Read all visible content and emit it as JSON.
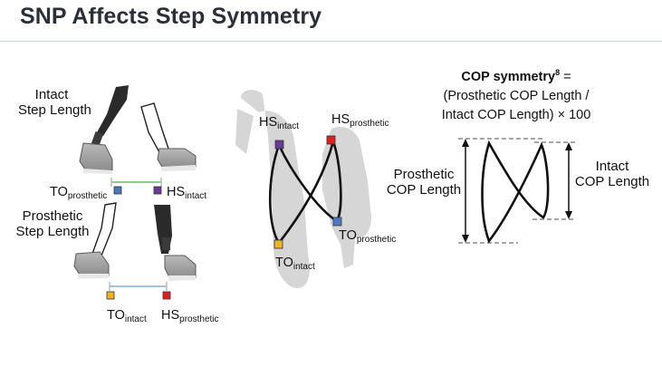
{
  "title": "SNP Affects Step Symmetry",
  "left_panel": {
    "intact_step_line1": "Intact",
    "intact_step_line2": "Step Length",
    "prosthetic_step_line1": "Prosthetic",
    "prosthetic_step_line2": "Step Length",
    "to_prosthetic": {
      "main": "TO",
      "sub": "prosthetic"
    },
    "hs_intact": {
      "main": "HS",
      "sub": "intact"
    },
    "to_intact": {
      "main": "TO",
      "sub": "intact"
    },
    "hs_prosthetic": {
      "main": "HS",
      "sub": "prosthetic"
    }
  },
  "middle_panel": {
    "hs_intact": {
      "main": "HS",
      "sub": "intact"
    },
    "hs_prosthetic": {
      "main": "HS",
      "sub": "prosthetic"
    },
    "to_prosthetic": {
      "main": "TO",
      "sub": "prosthetic"
    },
    "to_intact": {
      "main": "TO",
      "sub": "intact"
    }
  },
  "right_panel": {
    "formula_heading": "COP symmetry",
    "formula_superscript": "8",
    "formula_equals": " =",
    "formula_line2": "(Prosthetic COP Length /",
    "formula_line3": "Intact COP Length) × 100",
    "prosthetic_cop_line1": "Prosthetic",
    "prosthetic_cop_line2": "COP Length",
    "intact_cop_line1": "Intact",
    "intact_cop_line2": "COP Length"
  },
  "colors": {
    "to_prosthetic_marker": "#4d78c0",
    "hs_intact_marker": "#6a3a9a",
    "to_intact_marker": "#f0b323",
    "hs_prosthetic_marker": "#e02020",
    "step_bar_intact": "#8fc98f",
    "step_bar_prosthetic": "#9ec3e0",
    "silhouette": "#d6d6d6",
    "title_text": "#2b2f3a"
  }
}
